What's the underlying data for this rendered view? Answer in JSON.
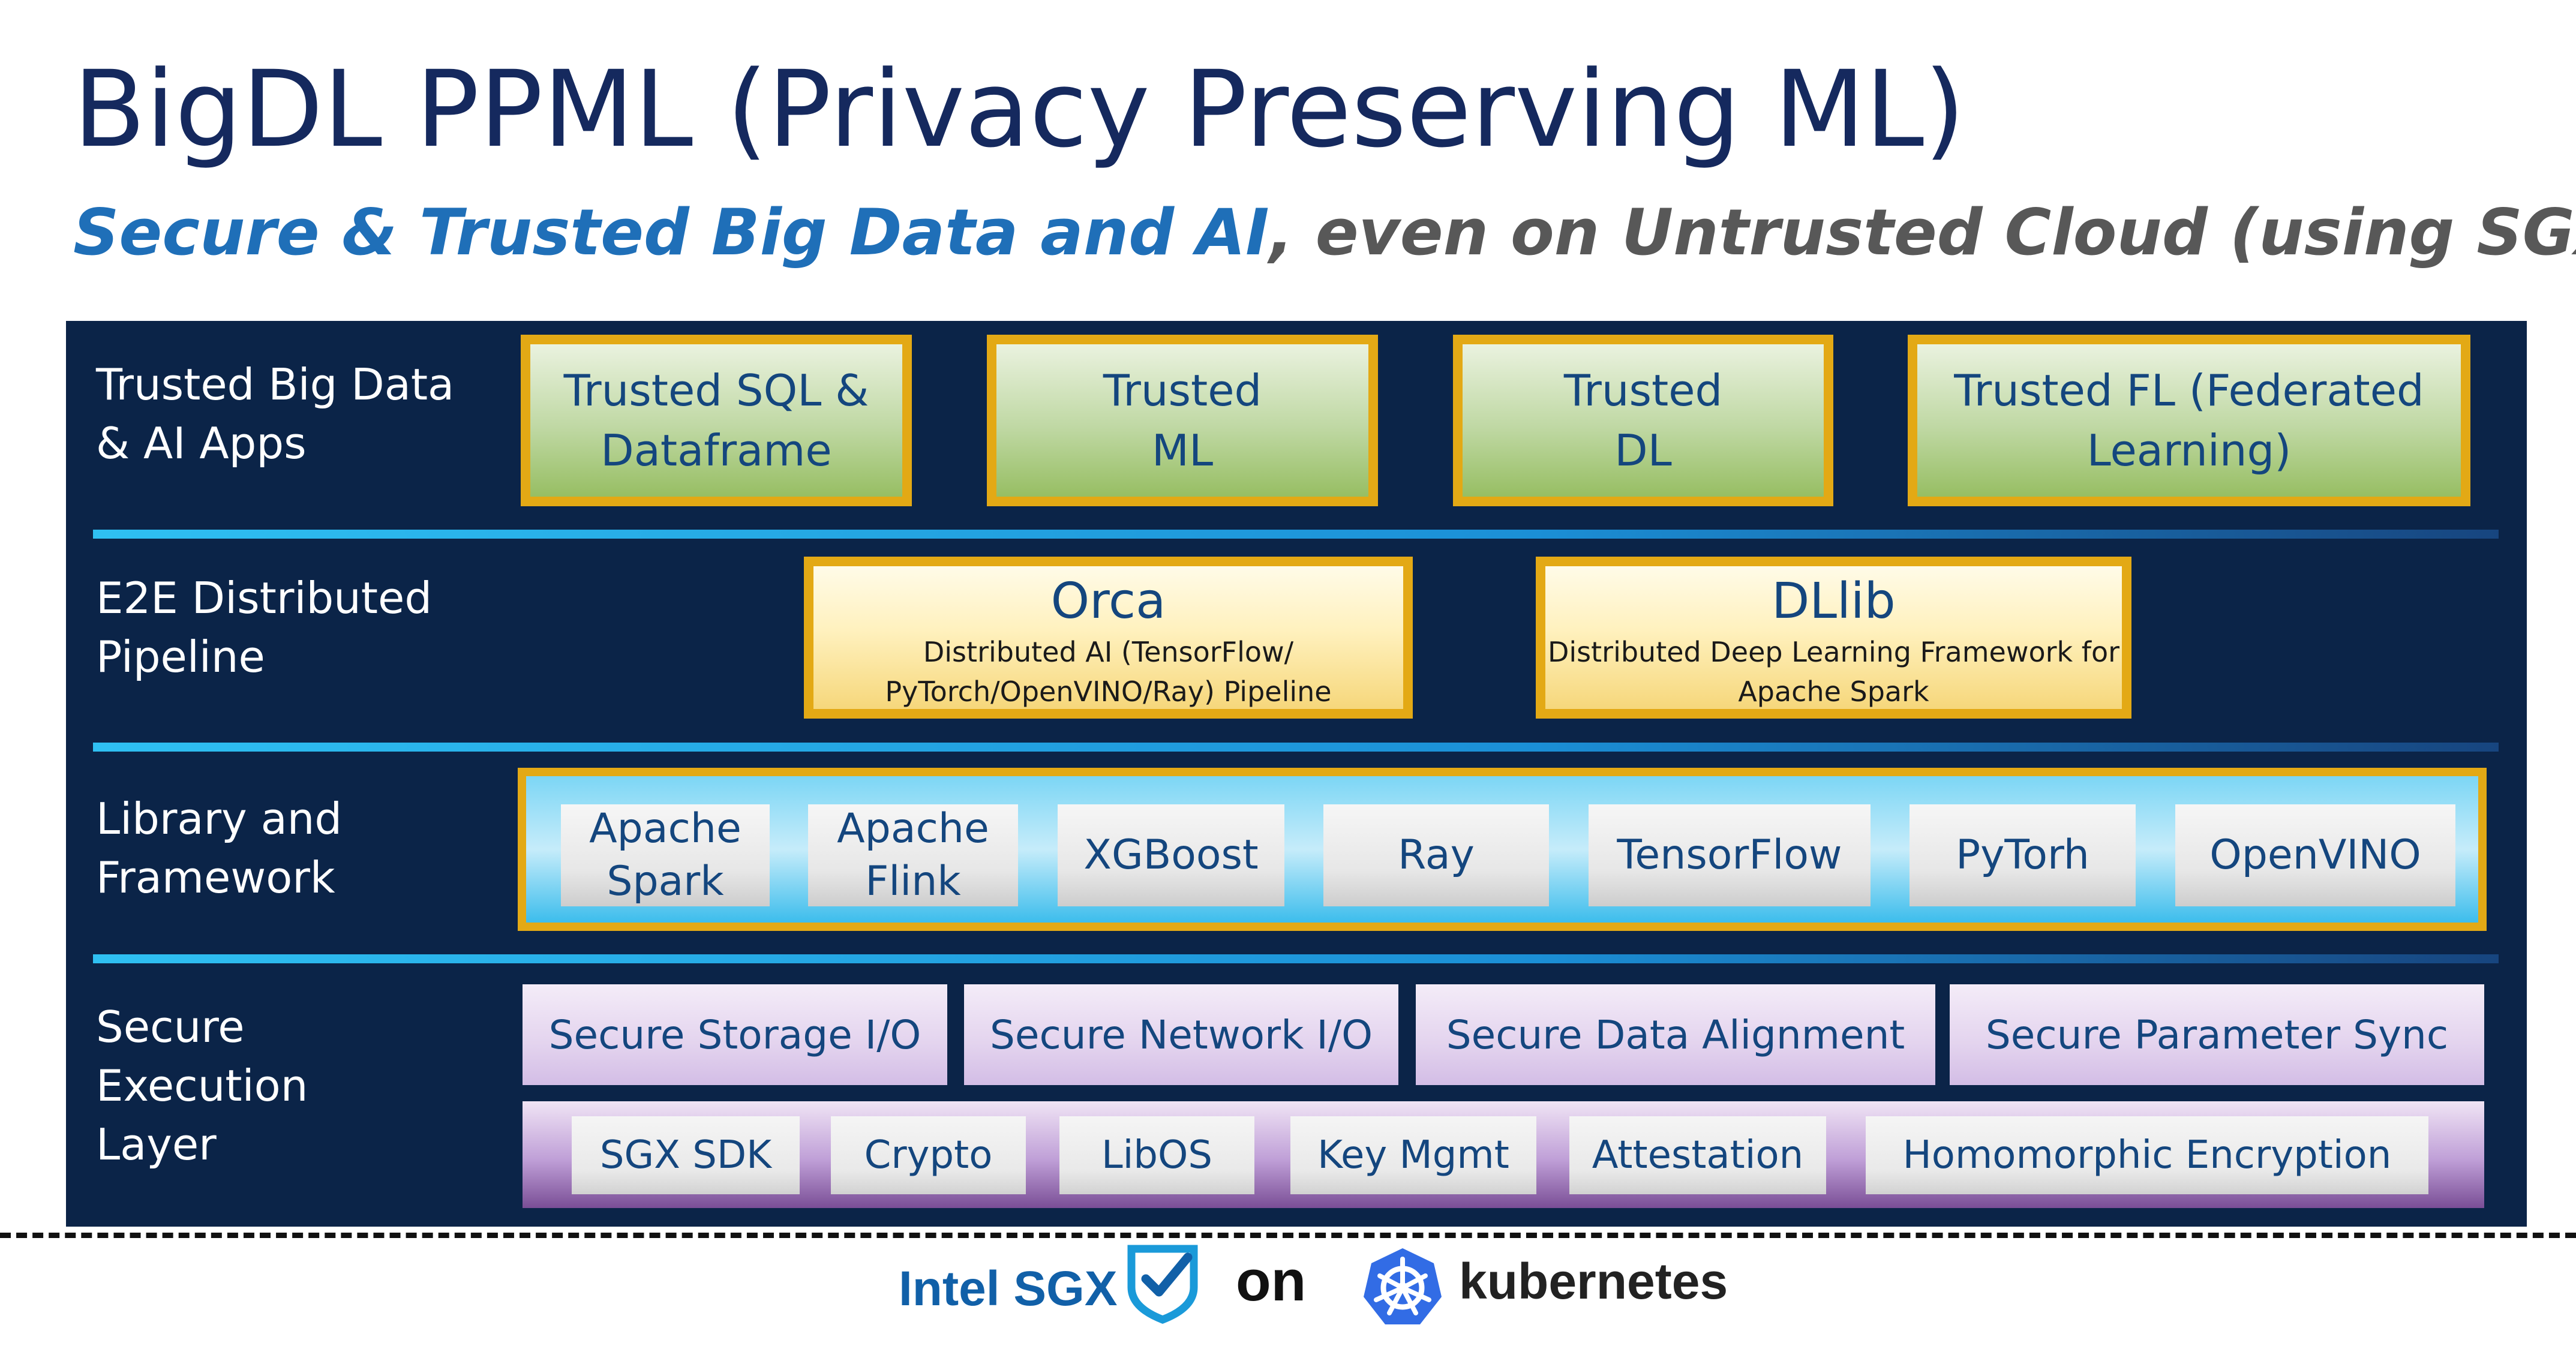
{
  "title": "BigDL PPML (Privacy Preserving ML)",
  "subtitle": {
    "highlight": "Secure & Trusted Big Data and AI",
    "rest": ", even on Untrusted Cloud (using SGX)"
  },
  "layers": {
    "apps": {
      "label": "Trusted Big Data\n& AI Apps",
      "items": [
        "Trusted SQL &\nDataframe",
        "Trusted\nML",
        "Trusted\nDL",
        "Trusted FL (Federated\nLearning)"
      ]
    },
    "pipeline": {
      "label": "E2E Distributed\nPipeline",
      "items": [
        {
          "name": "Orca",
          "desc": "Distributed AI (TensorFlow/\nPyTorch/OpenVINO/Ray) Pipeline"
        },
        {
          "name": "DLlib",
          "desc": "Distributed Deep Learning Framework for\nApache Spark"
        }
      ]
    },
    "library": {
      "label": "Library and\nFramework",
      "items": [
        "Apache\nSpark",
        "Apache\nFlink",
        "XGBoost",
        "Ray",
        "TensorFlow",
        "PyTorh",
        "OpenVINO"
      ]
    },
    "secure": {
      "label": "Secure\nExecution\nLayer",
      "io_items": [
        "Secure Storage I/O",
        "Secure Network I/O",
        "Secure Data Alignment",
        "Secure Parameter Sync"
      ],
      "sgx_items": [
        "SGX SDK",
        "Crypto",
        "LibOS",
        "Key Mgmt",
        "Attestation",
        "Homomorphic Encryption"
      ]
    }
  },
  "footer": {
    "intel": "Intel SGX",
    "on": "on",
    "k8s": "kubernetes"
  },
  "colors": {
    "title": "#15295e",
    "subtitle_accent": "#1f6fb8",
    "subtitle_muted": "#585858",
    "panel": "#0b2448",
    "gold_border": "#e3a915",
    "box_text": "#14467e",
    "intel_blue": "#1160a8",
    "k8s_blue": "#326ce5"
  },
  "icons": [
    "shield-check-icon",
    "kubernetes-logo-icon"
  ]
}
